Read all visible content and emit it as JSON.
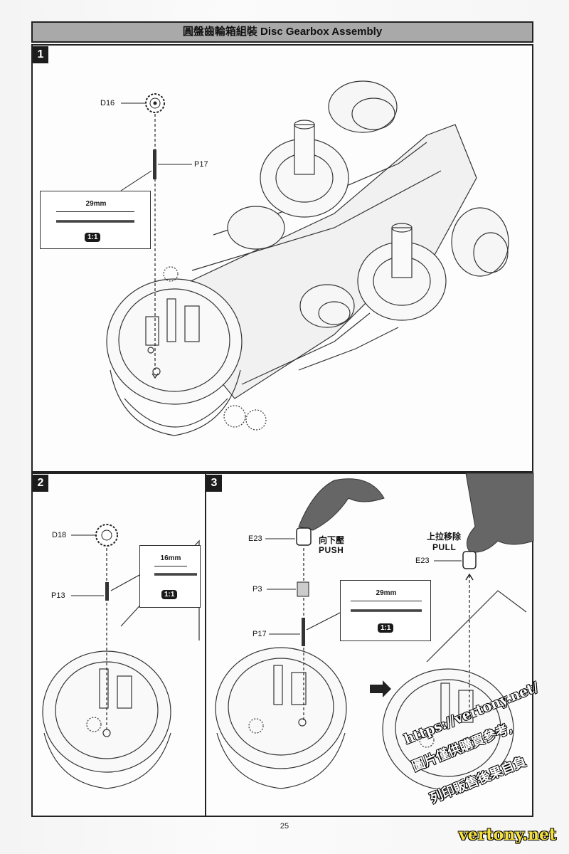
{
  "header": {
    "title": "圓盤齒輪箱組裝 Disc Gearbox Assembly"
  },
  "steps": [
    {
      "number": "1",
      "parts": [
        "D16",
        "P17"
      ],
      "inset": {
        "dimension": "29mm",
        "scale": "1:1"
      }
    },
    {
      "number": "2",
      "parts": [
        "D18",
        "P13"
      ],
      "inset": {
        "dimension": "16mm",
        "scale": "1:1"
      }
    },
    {
      "number": "3",
      "parts": [
        "E23",
        "P3",
        "P17",
        "E23"
      ],
      "inset": {
        "dimension": "29mm",
        "scale": "1:1"
      },
      "actions": {
        "push_cn": "向下壓",
        "push_en": "PUSH",
        "pull_cn": "上拉移除",
        "pull_en": "PULL"
      }
    }
  ],
  "page_number": "25",
  "watermark": {
    "url": "https://vertony.net/",
    "line1": "圖片僅供購買參考,",
    "line2": "列印販售後果自負",
    "brand": "vertony.net"
  }
}
